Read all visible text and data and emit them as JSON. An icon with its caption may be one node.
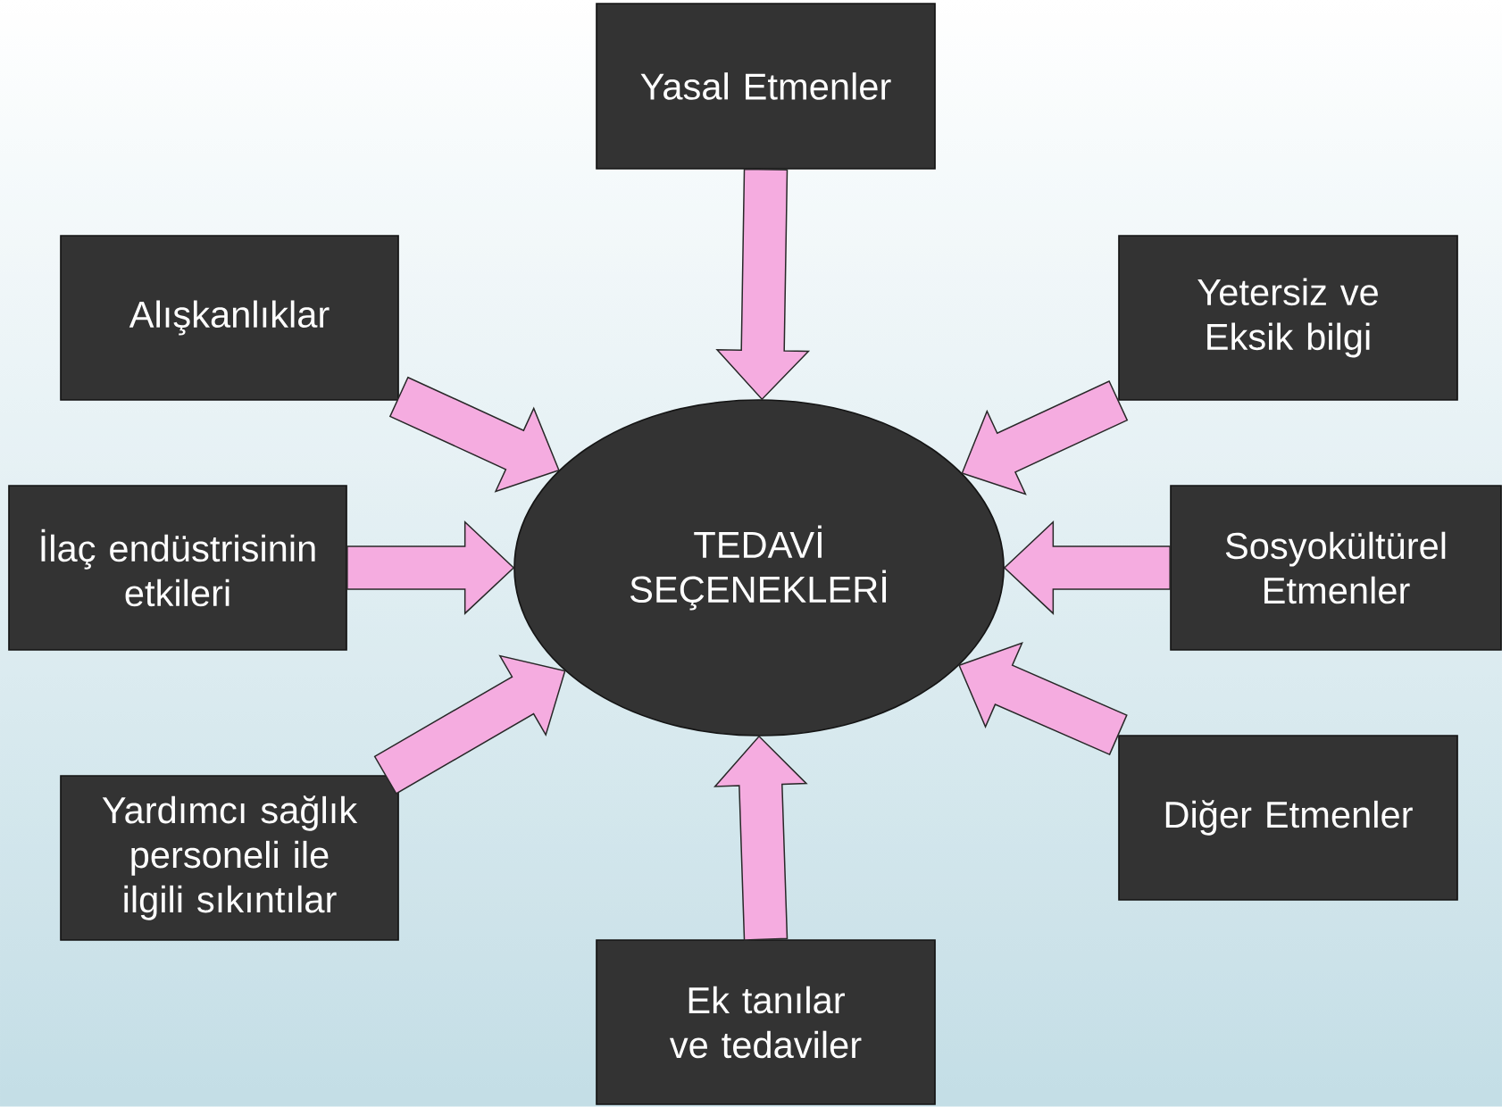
{
  "diagram": {
    "nodes": [
      {
        "text": [
          "TEDAVİ SEÇENEKLERİ"
        ]
      },
      {
        "text": [
          "Yasal Etmenler"
        ]
      },
      {
        "text": [
          "Alışkanlıklar"
        ]
      },
      {
        "text": [
          "Yetersiz ve Eksik bilgi"
        ]
      },
      {
        "text": [
          "İlaç endüstrisinin etkileri"
        ]
      },
      {
        "text": [
          "Sosyokültürel Etmenler"
        ]
      },
      {
        "text": [
          "Yardımcı sağlık personeli ile ilgili sıkıntılar"
        ]
      },
      {
        "text": [
          "Diğer Etmenler"
        ]
      },
      {
        "text": [
          "Ek tanılar ve tedaviler"
        ]
      }
    ],
    "edges": [
      {
        "from": 1,
        "to": 0,
        "arrow": "to"
      },
      {
        "from": 2,
        "to": 0,
        "arrow": "to"
      },
      {
        "from": 3,
        "to": 0,
        "arrow": "to"
      },
      {
        "from": 4,
        "to": 0,
        "arrow": "to"
      },
      {
        "from": 5,
        "to": 0,
        "arrow": "to"
      },
      {
        "from": 6,
        "to": 0,
        "arrow": "to"
      },
      {
        "from": 7,
        "to": 0,
        "arrow": "to"
      },
      {
        "from": 8,
        "to": 0,
        "arrow": "to"
      }
    ]
  }
}
